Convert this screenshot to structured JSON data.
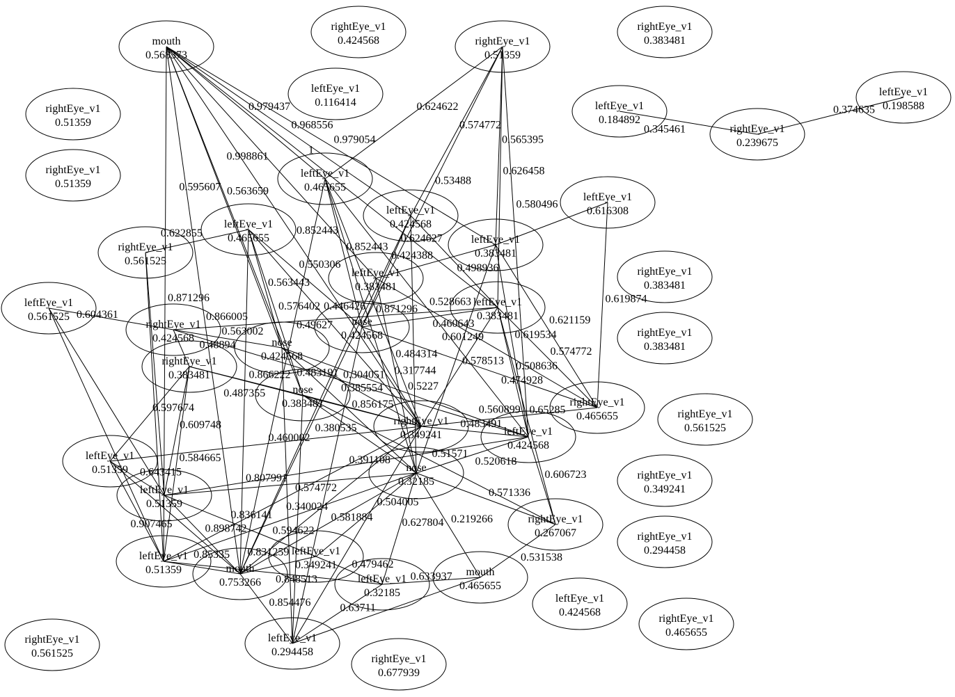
{
  "graph": {
    "colors": {
      "stroke": "#000000",
      "background": "#ffffff"
    },
    "nodes": [
      {
        "label": "mouth",
        "value": "0.568373"
      },
      {
        "label": "rightEye_v1",
        "value": "0.424568"
      },
      {
        "label": "rightEye_v1",
        "value": "0.51359"
      },
      {
        "label": "rightEye_v1",
        "value": "0.383481"
      },
      {
        "label": "leftEye_v1",
        "value": "0.116414"
      },
      {
        "label": "rightEye_v1",
        "value": "0.51359"
      },
      {
        "label": "rightEye_v1",
        "value": "0.51359"
      },
      {
        "label": "leftEye_v1",
        "value": "0.184892"
      },
      {
        "label": "rightEye_v1",
        "value": "0.239675"
      },
      {
        "label": "leftEye_v1",
        "value": "0.198588"
      },
      {
        "label": "leftEye_v1",
        "value": "0.465655"
      },
      {
        "label": "leftEye_v1",
        "value": "0.616308"
      },
      {
        "label": "leftEye_v1",
        "value": "0.465655"
      },
      {
        "label": "leftEye_v1",
        "value": "0.424568"
      },
      {
        "label": "leftEye_v1",
        "value": "0.383481"
      },
      {
        "label": "rightEye_v1",
        "value": "0.561525"
      },
      {
        "label": "leftEye_v1",
        "value": "0.383481"
      },
      {
        "label": "rightEye_v1",
        "value": "0.383481"
      },
      {
        "label": "leftEye_v1",
        "value": "0.561525"
      },
      {
        "label": "leftEye_v1",
        "value": "0.383481"
      },
      {
        "label": "rightEye_v1",
        "value": "0.424568"
      },
      {
        "label": "nose",
        "value": "0.424568"
      },
      {
        "label": "nose",
        "value": "0.424568"
      },
      {
        "label": "rightEye_v1",
        "value": "0.383481"
      },
      {
        "label": "rightEye_v1",
        "value": "0.383481"
      },
      {
        "label": "nose",
        "value": "0.383481"
      },
      {
        "label": "rightEye_v1",
        "value": "0.465655"
      },
      {
        "label": "rightEye_v1",
        "value": "0.349241"
      },
      {
        "label": "rightEye_v1",
        "value": "0.561525"
      },
      {
        "label": "leftEye_v1",
        "value": "0.424568"
      },
      {
        "label": "leftEye_v1",
        "value": "0.51359"
      },
      {
        "label": "nose",
        "value": "0.32185"
      },
      {
        "label": "rightEye_v1",
        "value": "0.349241"
      },
      {
        "label": "leftEye_v1",
        "value": "0.51359"
      },
      {
        "label": "rightEye_v1",
        "value": "0.267067"
      },
      {
        "label": "rightEye_v1",
        "value": "0.294458"
      },
      {
        "label": "leftEye_v1",
        "value": "0.51359"
      },
      {
        "label": "mouth",
        "value": "0.753266"
      },
      {
        "label": "leftEye_v1",
        "value": "0.349241"
      },
      {
        "label": "mouth",
        "value": "0.465655"
      },
      {
        "label": "leftEye_v1",
        "value": "0.32185"
      },
      {
        "label": "leftEye_v1",
        "value": "0.424568"
      },
      {
        "label": "rightEye_v1",
        "value": "0.465655"
      },
      {
        "label": "rightEye_v1",
        "value": "0.561525"
      },
      {
        "label": "leftEye_v1",
        "value": "0.294458"
      },
      {
        "label": "rightEye_v1",
        "value": "0.677939"
      }
    ],
    "edges": [
      [
        7,
        8,
        "0.345461"
      ],
      [
        8,
        9,
        "0.374635"
      ],
      [
        2,
        10,
        "0.624622"
      ],
      [
        2,
        16,
        "0.565395"
      ],
      [
        2,
        13,
        "0.574772"
      ],
      [
        2,
        19,
        "0.626458"
      ],
      [
        2,
        22,
        "0.53488"
      ],
      [
        2,
        29,
        "0.580496"
      ],
      [
        0,
        10,
        "0.979437"
      ],
      [
        0,
        13,
        "0.968556"
      ],
      [
        0,
        16,
        "0.979054"
      ],
      [
        0,
        19,
        "1"
      ],
      [
        0,
        36,
        "0.871296"
      ],
      [
        0,
        37,
        "0.866005"
      ],
      [
        0,
        21,
        "0.563659"
      ],
      [
        0,
        25,
        "0.595607"
      ],
      [
        0,
        27,
        "0.852443"
      ],
      [
        0,
        14,
        "0.998861"
      ],
      [
        11,
        16,
        ""
      ],
      [
        11,
        26,
        "0.619874"
      ],
      [
        16,
        26,
        "0.621159"
      ],
      [
        19,
        26,
        "0.574772"
      ],
      [
        19,
        34,
        "0.65285"
      ],
      [
        18,
        20,
        "0.604361"
      ],
      [
        18,
        33,
        ""
      ],
      [
        15,
        12,
        "0.622855"
      ],
      [
        15,
        36,
        ""
      ],
      [
        15,
        33,
        ""
      ],
      [
        12,
        21,
        "0.563443"
      ],
      [
        12,
        22,
        "0.550306"
      ],
      [
        20,
        21,
        "0.563002"
      ],
      [
        20,
        24,
        "0.48894"
      ],
      [
        24,
        25,
        "0.866222"
      ],
      [
        24,
        30,
        "0.597674"
      ],
      [
        24,
        33,
        "0.609748"
      ],
      [
        24,
        36,
        "0.584665"
      ],
      [
        21,
        31,
        "0.856175"
      ],
      [
        22,
        27,
        "0.317744"
      ],
      [
        22,
        19,
        "0.460643"
      ],
      [
        13,
        19,
        "0.498936"
      ],
      [
        14,
        16,
        "0.424388"
      ],
      [
        16,
        29,
        "0.619534"
      ],
      [
        19,
        29,
        "0.508636"
      ],
      [
        19,
        27,
        "0.578513"
      ],
      [
        27,
        29,
        "0.483491"
      ],
      [
        27,
        26,
        "0.560899"
      ],
      [
        29,
        34,
        "0.606723"
      ],
      [
        31,
        34,
        "0.571336"
      ],
      [
        31,
        39,
        "0.219266"
      ],
      [
        34,
        39,
        "0.531538"
      ],
      [
        31,
        40,
        "0.627804"
      ],
      [
        40,
        39,
        "0.633937"
      ],
      [
        38,
        40,
        "0.479462"
      ],
      [
        37,
        38,
        "0.831259"
      ],
      [
        37,
        44,
        "0.854476"
      ],
      [
        36,
        37,
        "0.85335"
      ],
      [
        33,
        37,
        "0.898742"
      ],
      [
        30,
        33,
        "0.643415"
      ],
      [
        30,
        37,
        "0.907465"
      ],
      [
        33,
        38,
        "0.836141"
      ],
      [
        37,
        31,
        "0.581884"
      ],
      [
        25,
        31,
        "0.380535"
      ],
      [
        25,
        27,
        "0.385554"
      ],
      [
        44,
        40,
        "0.63711"
      ],
      [
        44,
        39,
        ""
      ],
      [
        30,
        36,
        ""
      ],
      [
        18,
        36,
        ""
      ],
      [
        12,
        25,
        "0.576402"
      ],
      [
        10,
        22,
        "0.852443"
      ],
      [
        10,
        27,
        "0.871296"
      ],
      [
        14,
        31,
        "0.484314"
      ],
      [
        13,
        22,
        "0.624627"
      ],
      [
        21,
        29,
        "0.5227"
      ],
      [
        20,
        19,
        "0.49627"
      ],
      [
        12,
        27,
        "0.446426"
      ],
      [
        36,
        27,
        "0.574772"
      ],
      [
        33,
        31,
        "0.807991"
      ],
      [
        36,
        40,
        "0.848513"
      ],
      [
        38,
        31,
        "0.504005"
      ],
      [
        31,
        29,
        "0.520618"
      ],
      [
        25,
        34,
        "0.51571"
      ],
      [
        21,
        27,
        "0.304051"
      ],
      [
        22,
        26,
        "0.474928"
      ],
      [
        14,
        26,
        "0.601249"
      ],
      [
        10,
        29,
        "0.528663"
      ],
      [
        20,
        29,
        "0.483191"
      ],
      [
        24,
        27,
        "0.487355"
      ],
      [
        30,
        27,
        "0.460002"
      ],
      [
        33,
        29,
        "0.391108"
      ],
      [
        36,
        31,
        "0.594622"
      ],
      [
        37,
        27,
        "0.340024"
      ],
      [
        10,
        31,
        ""
      ],
      [
        13,
        31,
        ""
      ],
      [
        16,
        31,
        ""
      ],
      [
        14,
        37,
        ""
      ],
      [
        13,
        37,
        ""
      ],
      [
        10,
        37,
        ""
      ],
      [
        12,
        37,
        ""
      ],
      [
        21,
        44,
        ""
      ],
      [
        22,
        44,
        ""
      ],
      [
        25,
        44,
        ""
      ],
      [
        27,
        44,
        ""
      ]
    ]
  }
}
